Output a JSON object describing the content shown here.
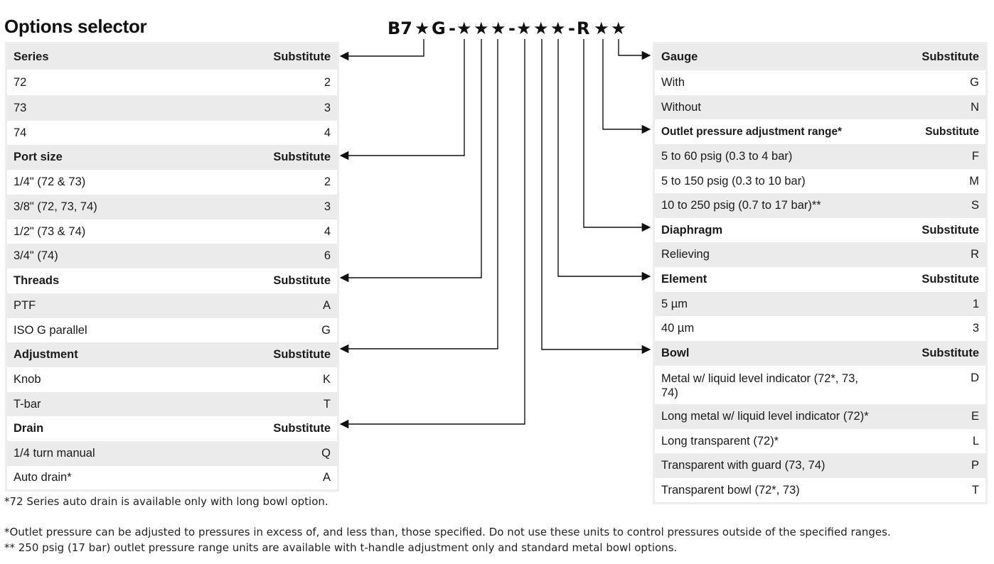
{
  "title": "Options selector",
  "code": {
    "parts": [
      "B7",
      "★",
      "G",
      "-",
      "★",
      "★",
      "★",
      "-",
      "★",
      "★",
      "★",
      "-",
      "R",
      "★",
      "★"
    ]
  },
  "left_tables": [
    {
      "heading": "Series",
      "col": "Substitute",
      "rows": [
        [
          "72",
          "2"
        ],
        [
          "73",
          "3"
        ],
        [
          "74",
          "4"
        ]
      ]
    },
    {
      "heading": "Port size",
      "col": "Substitute",
      "rows": [
        [
          "1/4\" (72 & 73)",
          "2"
        ],
        [
          "3/8\" (72, 73, 74)",
          "3"
        ],
        [
          "1/2\" (73 & 74)",
          "4"
        ],
        [
          "3/4\" (74)",
          "6"
        ]
      ]
    },
    {
      "heading": "Threads",
      "col": "Substitute",
      "rows": [
        [
          "PTF",
          "A"
        ],
        [
          "ISO G parallel",
          "G"
        ]
      ]
    },
    {
      "heading": "Adjustment",
      "col": "Substitute",
      "rows": [
        [
          "Knob",
          "K"
        ],
        [
          "T-bar",
          "T"
        ]
      ]
    },
    {
      "heading": "Drain",
      "col": "Substitute",
      "rows": [
        [
          "1/4 turn manual",
          "Q"
        ],
        [
          "Auto drain*",
          "A"
        ]
      ]
    }
  ],
  "right_tables": [
    {
      "heading": "Gauge",
      "col": "Substitute",
      "rows": [
        [
          "With",
          "G"
        ],
        [
          "Without",
          "N"
        ]
      ]
    },
    {
      "heading": "Outlet pressure adjustment range*",
      "col": "Substitute",
      "rows": [
        [
          "5 to 60 psig (0.3 to 4 bar)",
          "F"
        ],
        [
          "5 to 150 psig (0.3 to 10 bar)",
          "M"
        ],
        [
          "10 to 250 psig (0.7 to 17 bar)**",
          "S"
        ]
      ]
    },
    {
      "heading": "Diaphragm",
      "col": "Substitute",
      "rows": [
        [
          "Relieving",
          "R"
        ]
      ]
    },
    {
      "heading": "Element",
      "col": "Substitute",
      "rows": [
        [
          "5 µm",
          "1"
        ],
        [
          "40 µm",
          "3"
        ]
      ]
    },
    {
      "heading": "Bowl",
      "col": "Substitute",
      "rows": [
        [
          "Metal w/ liquid level indicator (72*, 73, 74)",
          "D"
        ],
        [
          "Long metal w/ liquid level indicator (72)*",
          "E"
        ],
        [
          "Long transparent (72)*",
          "L"
        ],
        [
          "Transparent with guard (73, 74)",
          "P"
        ],
        [
          "Transparent bowl (72*, 73)",
          "T"
        ]
      ]
    }
  ],
  "notes": {
    "drain": "*72 Series auto drain is available only with long bowl option.",
    "outlet": "*Outlet pressure can be adjusted to pressures in excess of, and less than, those specified. Do not use these units to control pressures outside of the specified ranges.",
    "psig": "** 250 psig (17 bar) outlet pressure range units are available with t-handle adjustment only and standard metal bowl options."
  },
  "colors": {
    "shade": "#ebebeb",
    "text": "#111111",
    "line": "#111111"
  }
}
